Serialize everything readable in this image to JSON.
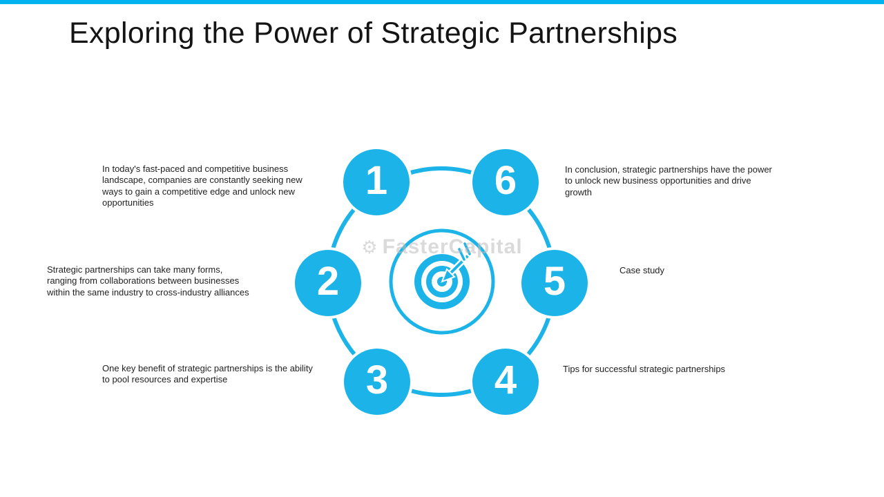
{
  "page": {
    "title": "Exploring the Power of Strategic Partnerships",
    "accent_color": "#00b2ef",
    "circle_color": "#1cb4e8",
    "watermark": "FasterCapital"
  },
  "items": [
    {
      "number": "1",
      "text": "In today's fast-paced and competitive business landscape, companies are constantly seeking new ways to gain a competitive edge and unlock new opportunities"
    },
    {
      "number": "2",
      "text": "Strategic partnerships can take many forms, ranging from collaborations between businesses within the same industry to cross-industry alliances"
    },
    {
      "number": "3",
      "text": "One key benefit of strategic partnerships is the ability to pool resources and expertise"
    },
    {
      "number": "4",
      "text": "Tips for successful strategic partnerships"
    },
    {
      "number": "5",
      "text": "Case study"
    },
    {
      "number": "6",
      "text": "In conclusion, strategic partnerships have the power to unlock new business opportunities and drive growth"
    }
  ]
}
